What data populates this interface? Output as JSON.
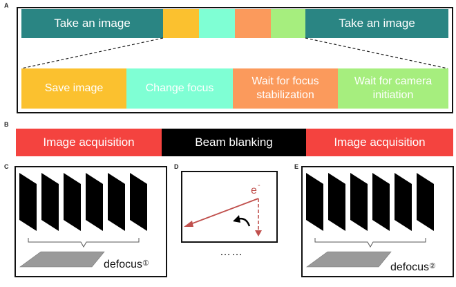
{
  "panels": {
    "a": "A",
    "b": "B",
    "c": "C",
    "d": "D",
    "e": "E"
  },
  "colors": {
    "teal": "#2a8583",
    "yellow": "#fbc12f",
    "mint": "#7fffd4",
    "orange": "#fb9a5c",
    "green": "#a6ee7e",
    "red": "#f4433f",
    "black": "#000000"
  },
  "panel_a": {
    "top_left_label": "Take an image",
    "top_right_label": "Take an image",
    "steps": [
      "Save image",
      "Change focus",
      "Wait for focus stabilization",
      "Wait for camera initiation"
    ]
  },
  "panel_b": {
    "segments": [
      "Image acquisition",
      "Beam blanking",
      "Image acquisition"
    ]
  },
  "panel_c": {
    "label": "defocus",
    "marker": "①"
  },
  "panel_d": {
    "electron": "e",
    "charge": "-",
    "ellipsis": "……"
  },
  "panel_e": {
    "label": "defocus",
    "marker": "②"
  }
}
